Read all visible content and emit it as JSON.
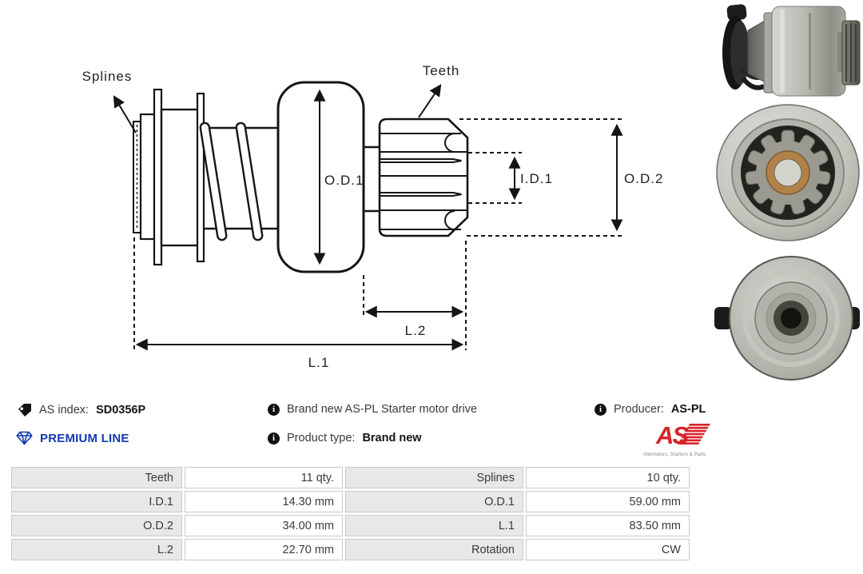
{
  "meta": {
    "as_index_label": "AS index:",
    "as_index_value": "SD0356P",
    "premium_line_label": "PREMIUM LINE",
    "description": "Brand new AS-PL Starter motor drive",
    "product_type_label": "Product type:",
    "product_type_value": "Brand new",
    "producer_label": "Producer:",
    "producer_value": "AS-PL",
    "info_icon_glyph": "i"
  },
  "logo": {
    "text": "AS",
    "tagline": "Alternators, Starters & Parts"
  },
  "diagram": {
    "labels": {
      "splines": "Splines",
      "teeth": "Teeth",
      "od1": "O.D.1",
      "id1": "I.D.1",
      "od2": "O.D.2",
      "l2": "L.2",
      "l1": "L.1"
    }
  },
  "specs": {
    "rows": [
      {
        "label1": "Teeth",
        "value1": "11 qty.",
        "label2": "Splines",
        "value2": "10 qty."
      },
      {
        "label1": "I.D.1",
        "value1": "14.30 mm",
        "label2": "O.D.1",
        "value2": "59.00 mm"
      },
      {
        "label1": "O.D.2",
        "value1": "34.00 mm",
        "label2": "L.1",
        "value2": "83.50 mm"
      },
      {
        "label1": "L.2",
        "value1": "22.70 mm",
        "label2": "Rotation",
        "value2": "CW"
      }
    ]
  },
  "colors": {
    "premium_blue": "#1238b2",
    "logo_red": "#d8232a",
    "diagram_ink": "#151515",
    "table_label_bg": "#e8e8e8",
    "table_border": "#c8c8c8"
  }
}
